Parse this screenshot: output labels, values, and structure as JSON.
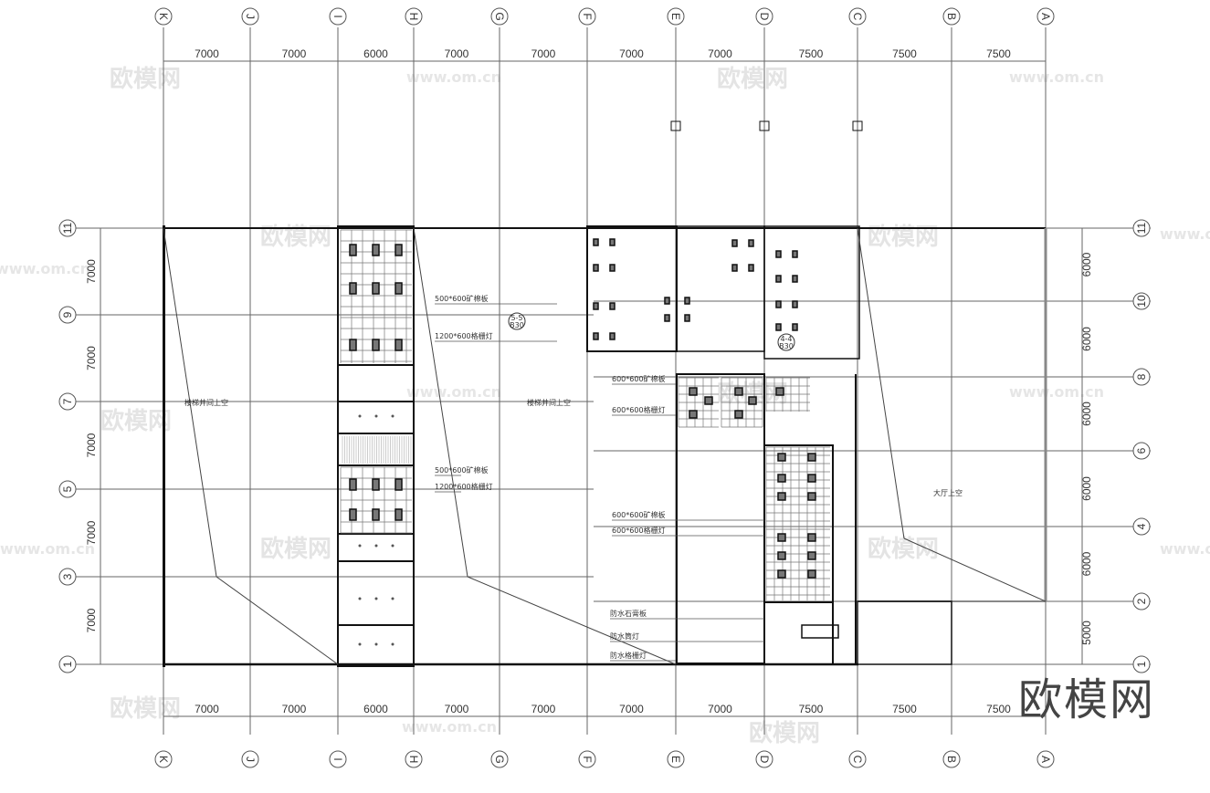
{
  "columns": [
    "K",
    "J",
    "I",
    "H",
    "G",
    "F",
    "E",
    "D",
    "C",
    "B",
    "A"
  ],
  "rows_left": [
    "11",
    "9",
    "7",
    "5",
    "3",
    "1"
  ],
  "rows_right": [
    "11",
    "10",
    "8",
    "6",
    "4",
    "2",
    "1"
  ],
  "top_dims": [
    "7000",
    "7000",
    "6000",
    "7000",
    "7000",
    "7000",
    "7000",
    "7500",
    "7500",
    "7500"
  ],
  "bottom_dims": [
    "7000",
    "7000",
    "6000",
    "7000",
    "7000",
    "7000",
    "7000",
    "7500",
    "7500",
    "7500"
  ],
  "left_dims": [
    "7000",
    "7000",
    "7000",
    "7000",
    "7000"
  ],
  "right_dims": [
    "6000",
    "6000",
    "6000",
    "6000",
    "6000",
    "5000"
  ],
  "labels": {
    "mineral_500": "500*600矿棉板",
    "grille_1200": "1200*600格栅灯",
    "mineral_500b": "500*600矿棉板",
    "grille_1200b": "1200*600格栅灯",
    "mineral_600": "600*600矿棉板",
    "grille_600": "600*600格栅灯",
    "mineral_600b": "600*600矿棉板",
    "grille_600b": "600*600格栅灯",
    "gypsum_wp": "防水石膏板",
    "downlight_wp": "防水筒灯",
    "grille_wp": "防水格栅灯",
    "void_left": "楼梯井间上空",
    "void_mid": "楼梯井间上空",
    "void_hall": "大厅上空",
    "section_a_top": "5-5",
    "section_a_bot": "B30",
    "section_b_top": "4-4",
    "section_b_bot": "B30"
  },
  "watermark": {
    "logo": "欧模网",
    "url": "www.om.cn"
  },
  "colors": {
    "line": "#555555",
    "heavy": "#111111",
    "fill": "#777777"
  }
}
